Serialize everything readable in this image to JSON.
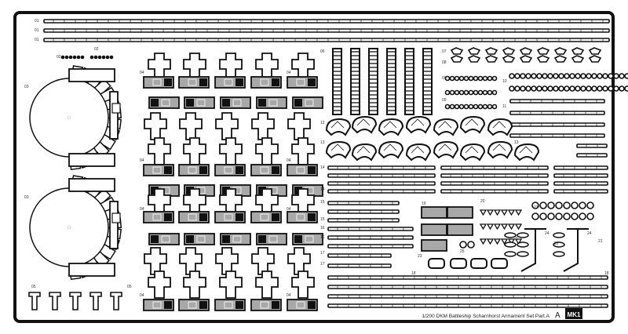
{
  "sheet": {
    "title": "1/200 DKM Battleship Scharnhorst Armament Set Part.A",
    "part_letter": "A",
    "logo_text": "MK1",
    "colors": {
      "frame": "#111111",
      "fill": "#ffffff",
      "half_etch": "#a8a8a8",
      "text": "#333333"
    }
  },
  "part_labels": [
    "01",
    "01",
    "01",
    "02",
    "02",
    "03",
    "03",
    "04",
    "04",
    "04",
    "04",
    "04",
    "04",
    "04",
    "04",
    "05",
    "05",
    "06",
    "07",
    "08",
    "09",
    "09",
    "10",
    "11",
    "12",
    "13",
    "13",
    "14",
    "14",
    "15",
    "15",
    "16",
    "16",
    "17",
    "17",
    "18",
    "18",
    "19",
    "20",
    "21",
    "21",
    "22",
    "22",
    "23",
    "24",
    "24",
    "25"
  ]
}
